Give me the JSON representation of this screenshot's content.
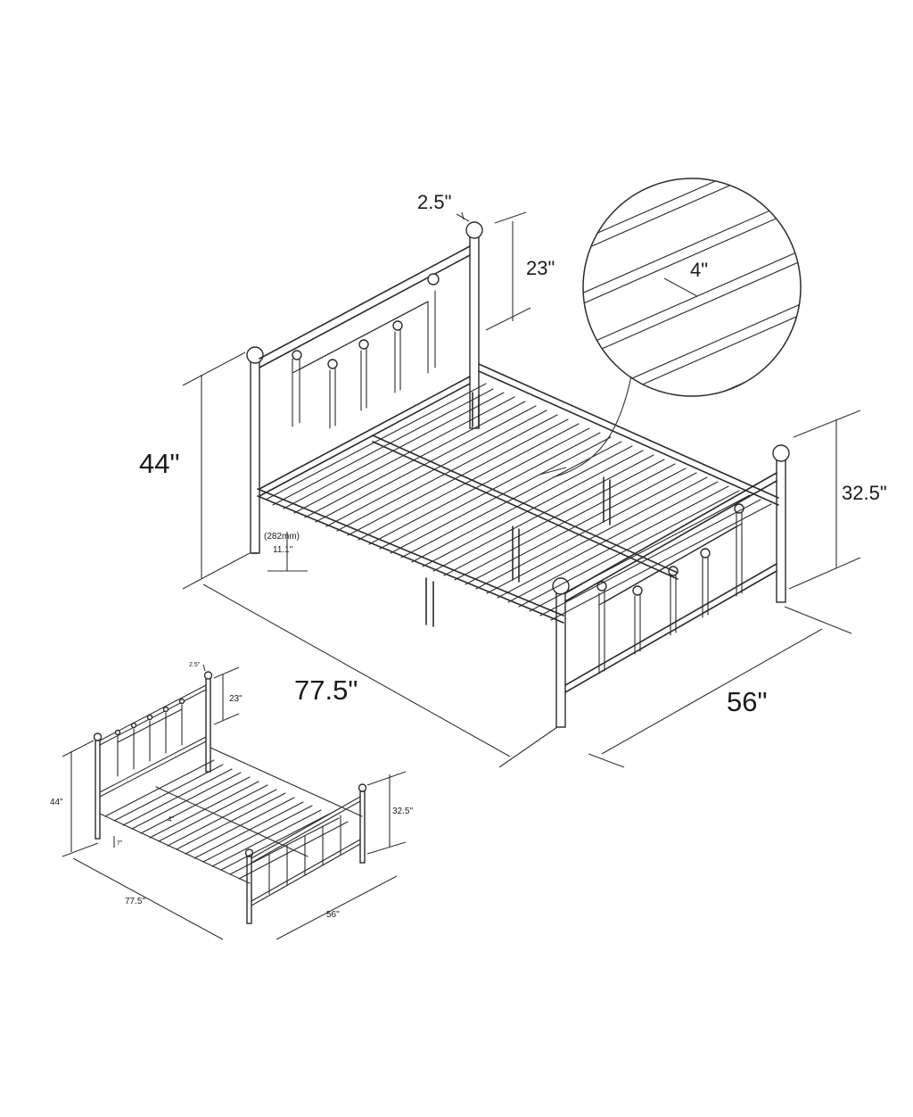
{
  "large_view": {
    "dims": {
      "finial_diameter": "2.5\"",
      "headboard_top_height": "23\"",
      "total_height": "44\"",
      "footboard_height": "32.5\"",
      "length": "77.5\"",
      "width": "56\"",
      "clearance_mm": "(282mm)",
      "clearance_in": "11.1\"",
      "slat_spacing": "4\""
    }
  },
  "small_view": {
    "dims": {
      "finial_diameter": "2.5\"",
      "headboard_top_height": "23\"",
      "total_height": "44\"",
      "footboard_height": "32.5\"",
      "length": "77.5\"",
      "width": "56\"",
      "clearance": "7\"",
      "slat_spacing": "4\""
    }
  }
}
